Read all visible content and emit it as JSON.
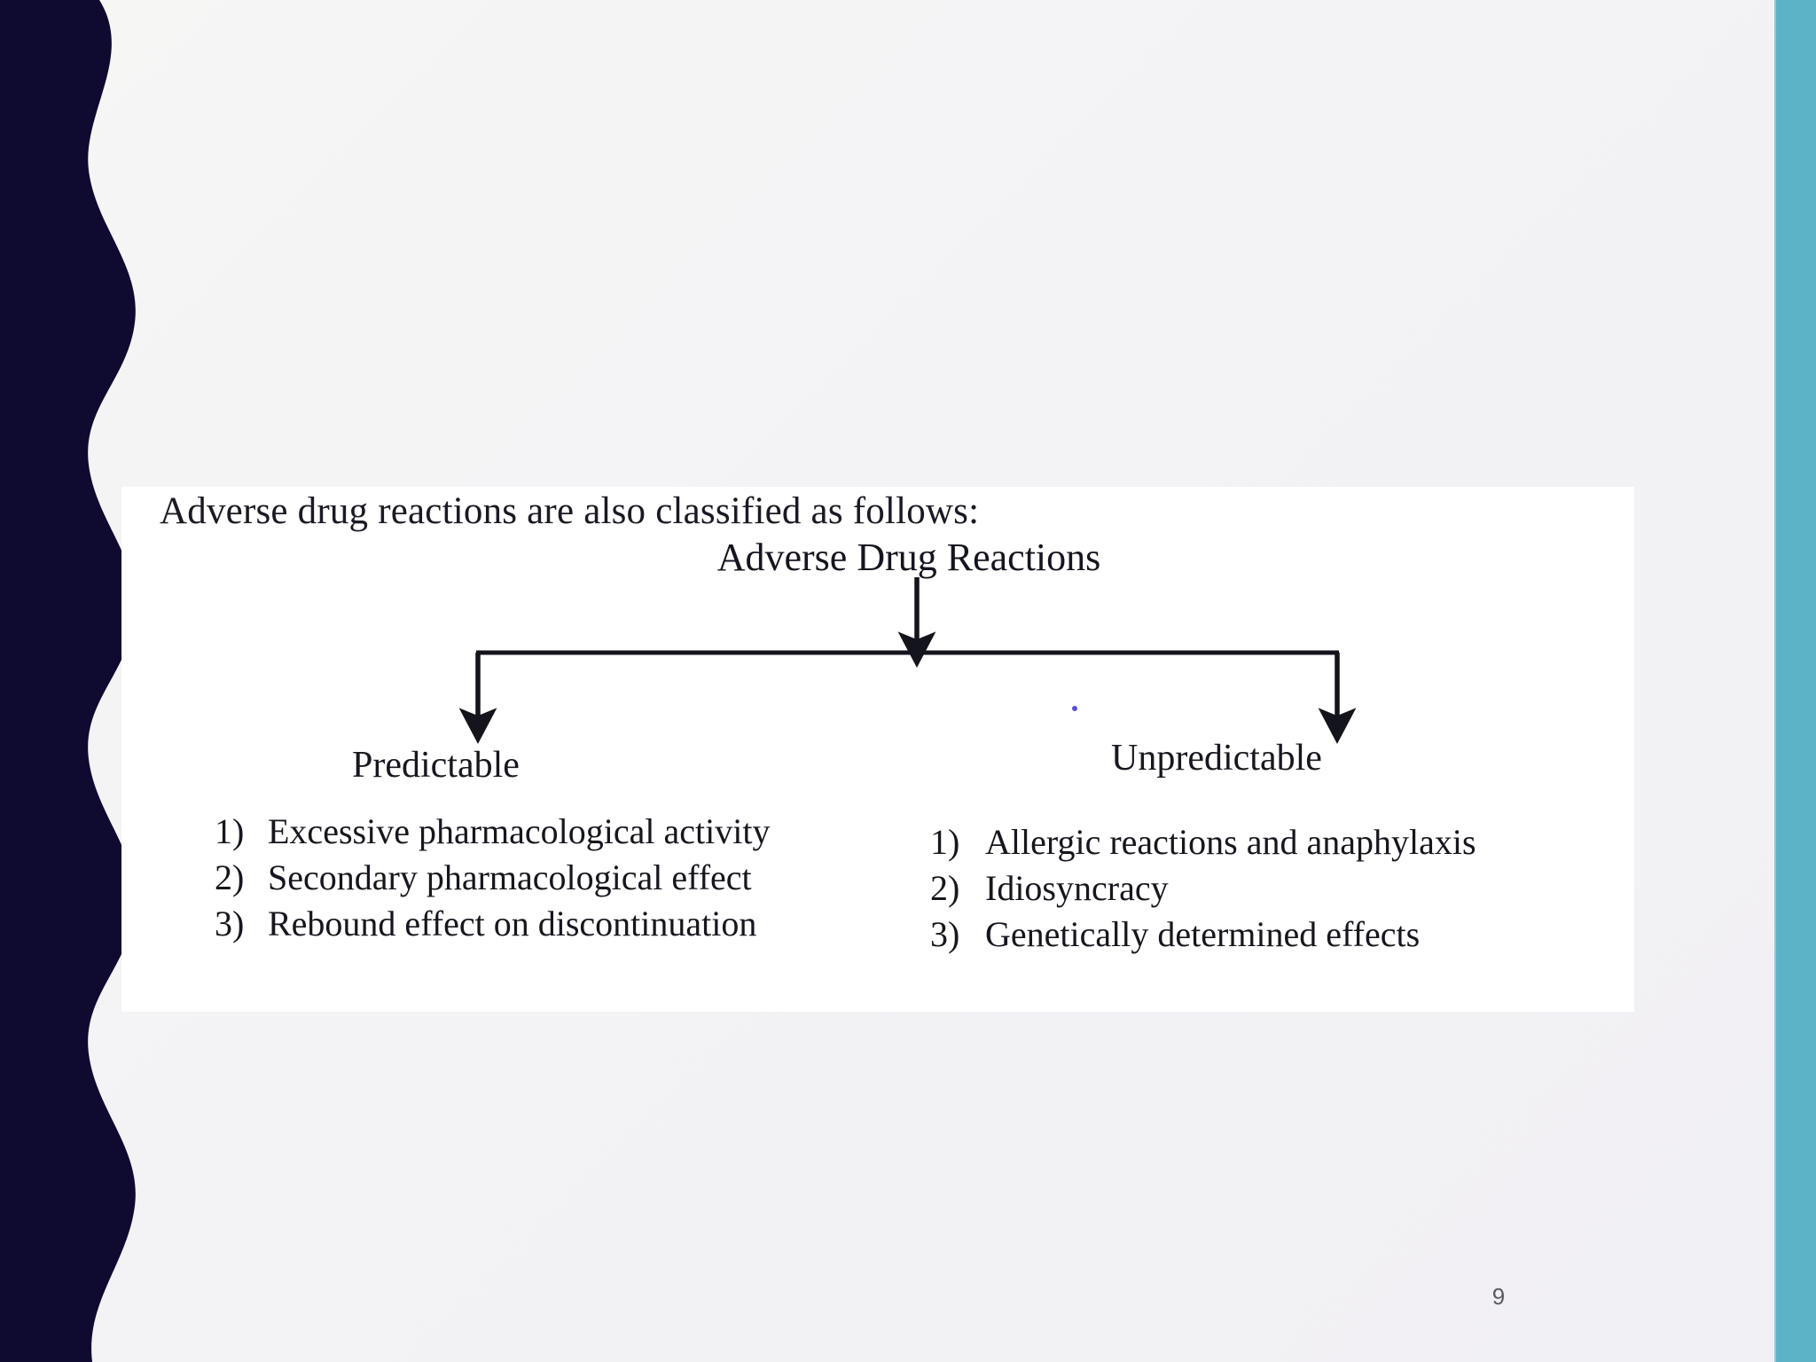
{
  "slide": {
    "page_number": "9",
    "background_color": "#f2f1f4",
    "accent_navy": "#0f0a30",
    "accent_teal": "#5cb3c8"
  },
  "content": {
    "lead_line": "Adverse drug reactions are also classified as follows:",
    "root_label": "Adverse Drug Reactions",
    "branches": [
      {
        "heading": "Predictable",
        "items": [
          {
            "num": "1)",
            "text": "Excessive pharmacological activity"
          },
          {
            "num": "2)",
            "text": "Secondary pharmacological effect"
          },
          {
            "num": "3)",
            "text": "Rebound effect on discontinuation"
          }
        ]
      },
      {
        "heading": "Unpredictable",
        "items": [
          {
            "num": "1)",
            "text": "Allergic reactions and anaphylaxis"
          },
          {
            "num": "2)",
            "text": "Idiosyncracy"
          },
          {
            "num": "3)",
            "text": "Genetically determined effects"
          }
        ]
      }
    ]
  }
}
